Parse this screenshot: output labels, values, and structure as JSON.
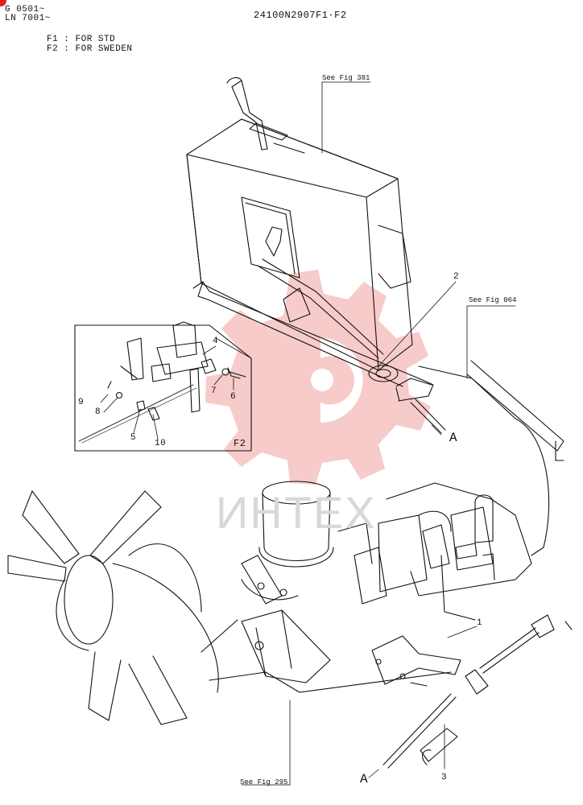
{
  "header": {
    "serial_1": "G 0501~",
    "serial_2": "LN 7001~",
    "drawing_code": "24100N2907F1·F2"
  },
  "legend": {
    "f1": "F1 : FOR STD",
    "f2": "F2 : FOR SWEDEN"
  },
  "references": {
    "fig381": "See Fig 381",
    "fig064": "See Fig 064",
    "fig295": "See Fig 295"
  },
  "inset": {
    "label": "F2"
  },
  "callouts": {
    "c1": "1",
    "c2": "2",
    "c3": "3",
    "c4": "4",
    "c5": "5",
    "c6": "6",
    "c7": "7",
    "c8": "8",
    "c9": "9",
    "c10": "10",
    "a_upper": "A",
    "a_lower": "A"
  },
  "watermark": "ИНТЕХ",
  "colors": {
    "accent_dot": "#e0201a",
    "watermark": "#f4b8b8",
    "line": "#111111"
  }
}
